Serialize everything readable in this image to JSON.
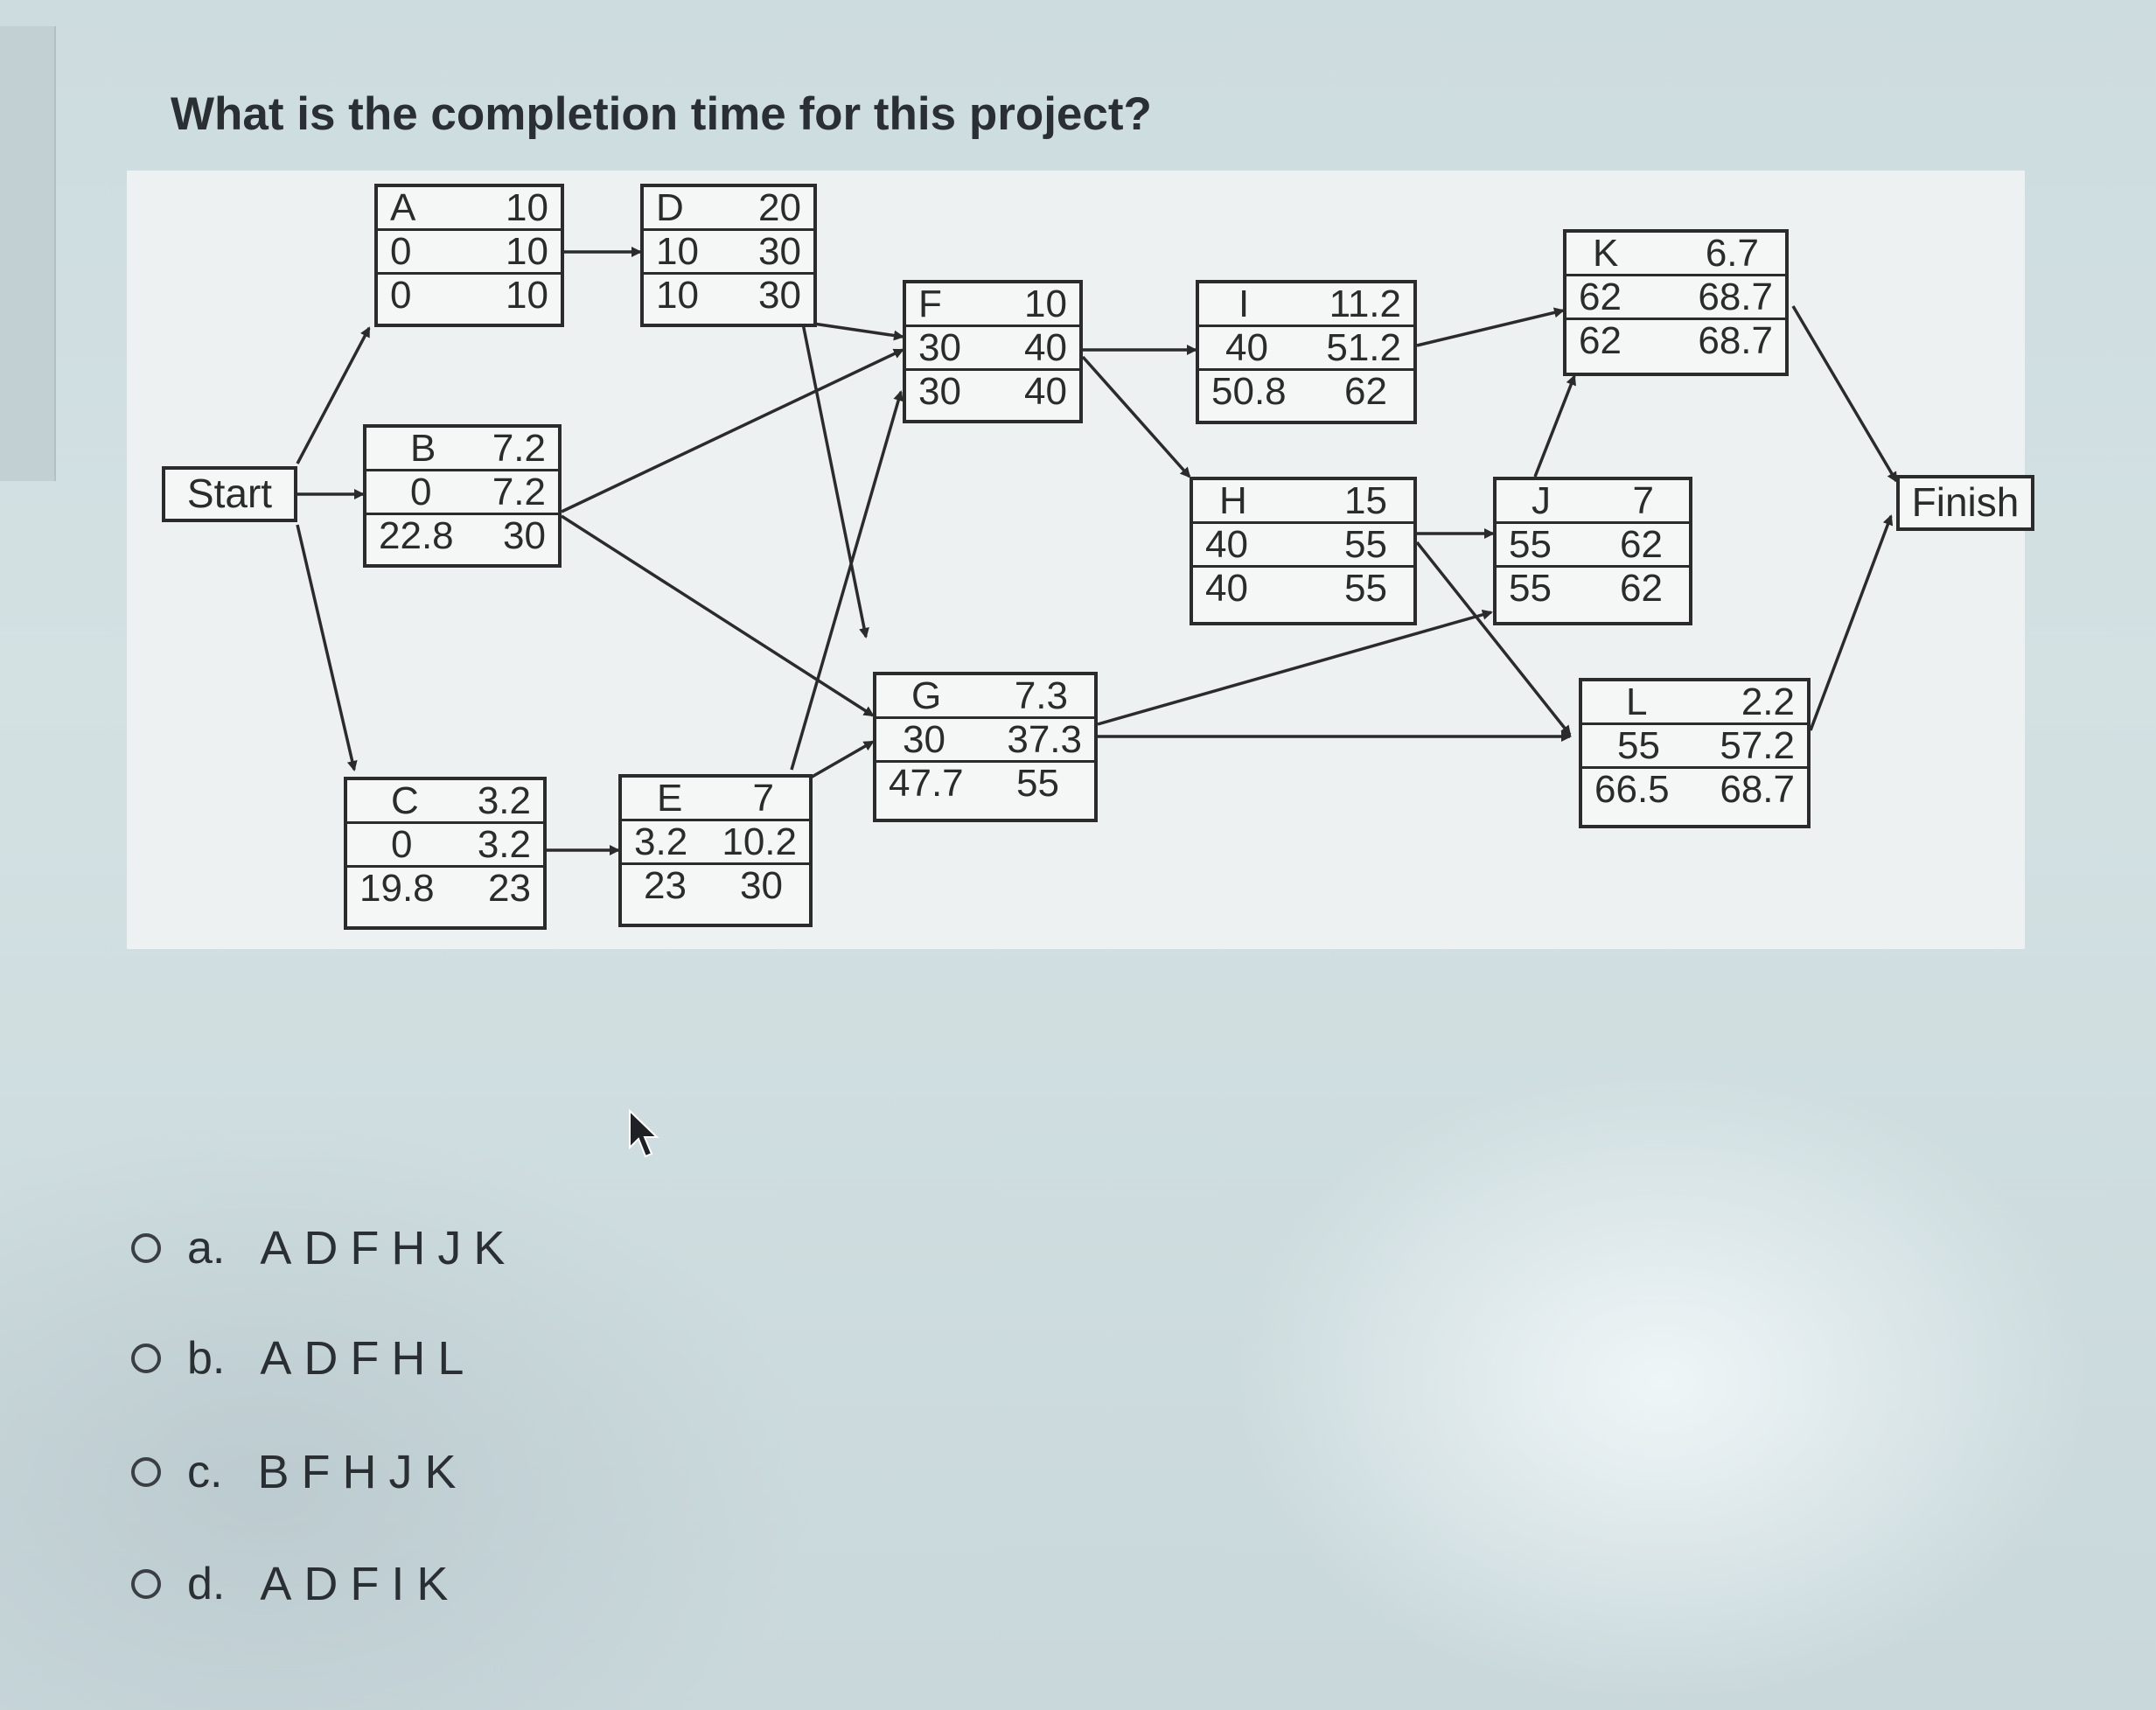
{
  "question": "What is the completion time for this project?",
  "diagram": {
    "start_label": "Start",
    "finish_label": "Finish",
    "nodes": {
      "A": {
        "rows": [
          [
            "A",
            "10"
          ],
          [
            "0",
            "10"
          ],
          [
            "0",
            "10"
          ]
        ]
      },
      "D": {
        "rows": [
          [
            "D",
            "20"
          ],
          [
            "10",
            "30"
          ],
          [
            "10",
            "30"
          ]
        ]
      },
      "B": {
        "rows": [
          [
            "B",
            "7.2"
          ],
          [
            "0",
            "7.2"
          ],
          [
            "22.8",
            "30"
          ]
        ]
      },
      "C": {
        "rows": [
          [
            "C",
            "3.2"
          ],
          [
            "0",
            "3.2"
          ],
          [
            "19.8",
            "23"
          ]
        ]
      },
      "E": {
        "rows": [
          [
            "E",
            "7"
          ],
          [
            "3.2",
            "10.2"
          ],
          [
            "23",
            "30"
          ]
        ]
      },
      "F": {
        "rows": [
          [
            "F",
            "10"
          ],
          [
            "30",
            "40"
          ],
          [
            "30",
            "40"
          ]
        ]
      },
      "G": {
        "rows": [
          [
            "G",
            "7.3"
          ],
          [
            "30",
            "37.3"
          ],
          [
            "47.7",
            "55"
          ]
        ]
      },
      "I": {
        "rows": [
          [
            "I",
            "11.2"
          ],
          [
            "40",
            "51.2"
          ],
          [
            "50.8",
            "62"
          ]
        ]
      },
      "H": {
        "rows": [
          [
            "H",
            "15"
          ],
          [
            "40",
            "55"
          ],
          [
            "40",
            "55"
          ]
        ]
      },
      "K": {
        "rows": [
          [
            "K",
            "6.7"
          ],
          [
            "62",
            "68.7"
          ],
          [
            "62",
            "68.7"
          ]
        ]
      },
      "J": {
        "rows": [
          [
            "J",
            "7"
          ],
          [
            "55",
            "62"
          ],
          [
            "55",
            "62"
          ]
        ]
      },
      "L": {
        "rows": [
          [
            "L",
            "2.2"
          ],
          [
            "55",
            "57.2"
          ],
          [
            "66.5",
            "68.7"
          ]
        ]
      }
    }
  },
  "options": [
    {
      "letter": "a.",
      "text": "ADFHJK"
    },
    {
      "letter": "b.",
      "text": "ADFHL"
    },
    {
      "letter": "c.",
      "text": "BFHJK"
    },
    {
      "letter": "d.",
      "text": "ADFIK"
    }
  ]
}
